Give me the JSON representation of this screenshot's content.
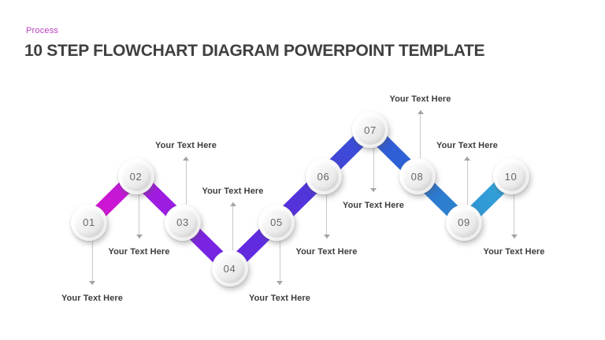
{
  "header": {
    "eyebrow": "Process",
    "eyebrow_color": "#b93fc2",
    "title": "10 STEP FLOWCHART DIAGRAM POWERPOINT TEMPLATE",
    "title_color": "#404040"
  },
  "diagram": {
    "type": "zigzag-step-flowchart",
    "step_count": 10,
    "placeholder_text": "Your Text Here",
    "steps": [
      {
        "number": "01",
        "label": "Your Text Here",
        "level": 2,
        "arrow": "down"
      },
      {
        "number": "02",
        "label": "Your Text Here",
        "level": 1,
        "arrow": "down"
      },
      {
        "number": "03",
        "label": "Your Text Here",
        "level": 2,
        "arrow": "up"
      },
      {
        "number": "04",
        "label": "Your Text Here",
        "level": 3,
        "arrow": "up"
      },
      {
        "number": "05",
        "label": "Your Text Here",
        "level": 2,
        "arrow": "down"
      },
      {
        "number": "06",
        "label": "Your Text Here",
        "level": 1,
        "arrow": "down"
      },
      {
        "number": "07",
        "label": "Your Text Here",
        "level": 0,
        "arrow": "down"
      },
      {
        "number": "08",
        "label": "Your Text Here",
        "level": 1,
        "arrow": "up"
      },
      {
        "number": "09",
        "label": "Your Text Here",
        "level": 2,
        "arrow": "up"
      },
      {
        "number": "10",
        "label": "Your Text Here",
        "level": 1,
        "arrow": "down"
      }
    ],
    "connector_colors": [
      {
        "start": "#d914d0",
        "end": "#b81ad9"
      },
      {
        "start": "#ab19df",
        "end": "#9120e1"
      },
      {
        "start": "#8522e1",
        "end": "#6f27e2"
      },
      {
        "start": "#6928e1",
        "end": "#5a2ee0"
      },
      {
        "start": "#5a2edd",
        "end": "#4b3ad9"
      },
      {
        "start": "#4742d8",
        "end": "#3552d8"
      },
      {
        "start": "#3355d8",
        "end": "#2b68d4"
      },
      {
        "start": "#2c70d2",
        "end": "#2d88cc"
      },
      {
        "start": "#2e92d1",
        "end": "#33a6dc"
      }
    ],
    "line_color": "#c9c9c9",
    "arrowhead_color": "#a3a3a3"
  }
}
